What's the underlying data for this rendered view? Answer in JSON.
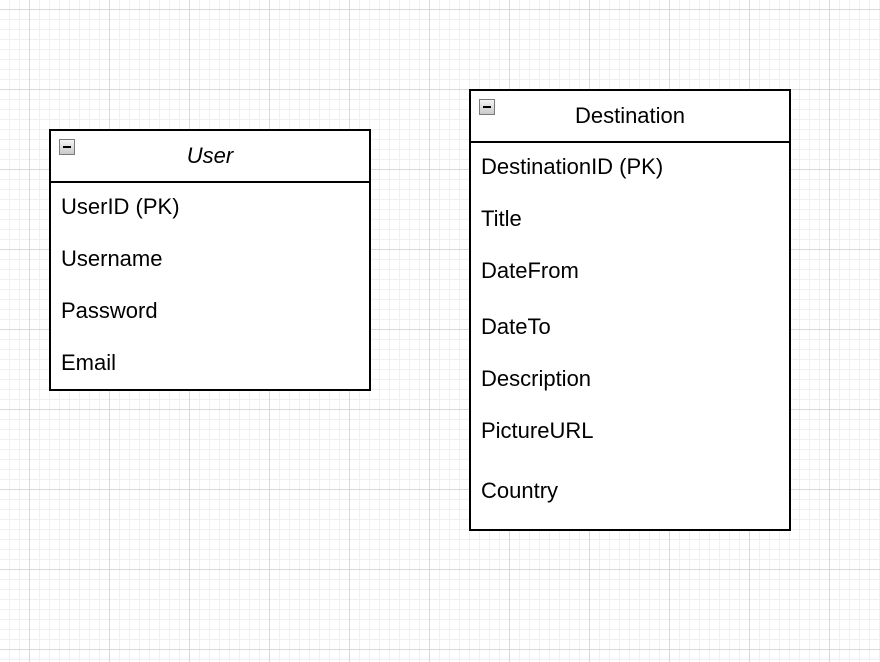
{
  "entities": {
    "user": {
      "title": "User",
      "fields": [
        "UserID (PK)",
        "Username",
        "Password",
        "Email"
      ]
    },
    "destination": {
      "title": "Destination",
      "fields": [
        "DestinationID (PK)",
        "Title",
        "DateFrom",
        "DateTo",
        "Description",
        "PictureURL",
        "Country"
      ]
    }
  },
  "icons": {
    "collapse": "minus-square-icon"
  },
  "colors": {
    "border": "#000000",
    "grid_major": "#d9d9d9",
    "grid_minor": "#f0f0f0"
  }
}
